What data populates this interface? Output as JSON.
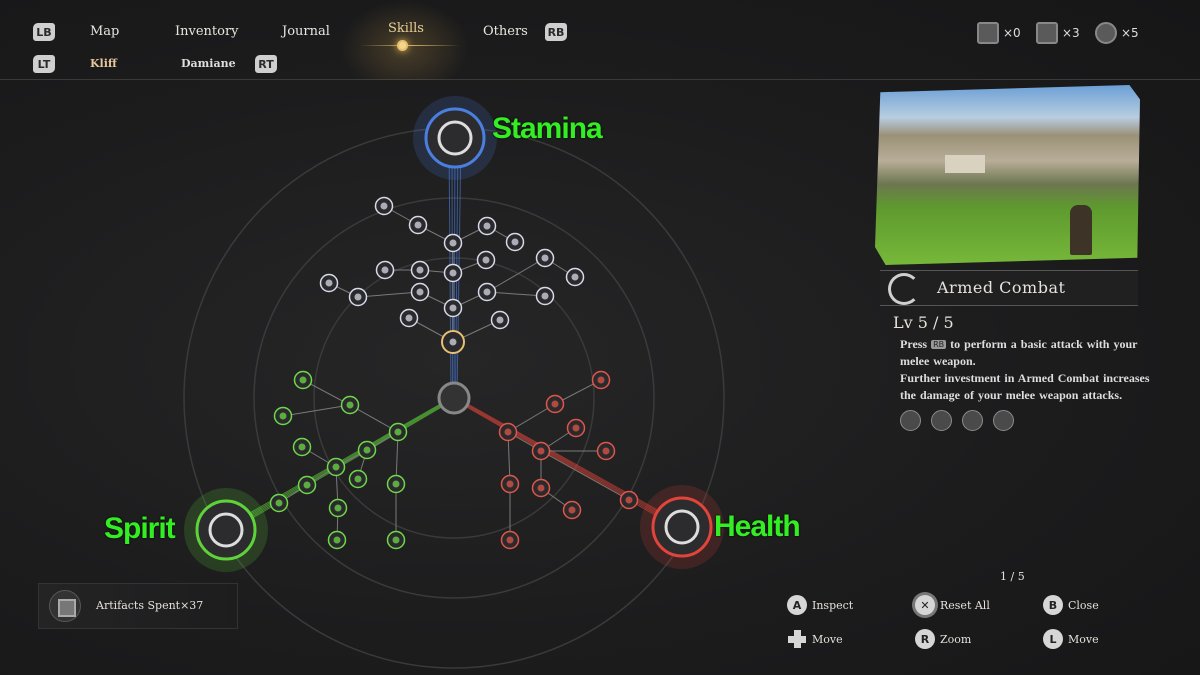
{
  "nav": {
    "left_bumper": "LB",
    "right_bumper": "RB",
    "tabs": [
      {
        "label": "Map",
        "active": false
      },
      {
        "label": "Inventory",
        "active": false
      },
      {
        "label": "Journal",
        "active": false
      },
      {
        "label": "Skills",
        "active": true
      },
      {
        "label": "Others",
        "active": false
      }
    ],
    "left_trigger": "LT",
    "right_trigger": "RT",
    "characters": [
      {
        "label": "Kliff",
        "active": true
      },
      {
        "label": "Damiane",
        "active": false
      }
    ]
  },
  "resources": [
    {
      "icon": "artifact-cube-icon",
      "count": "×0"
    },
    {
      "icon": "dark-cube-icon",
      "count": "×3"
    },
    {
      "icon": "emblem-icon",
      "count": "×5"
    }
  ],
  "tree": {
    "branches": [
      {
        "name": "Stamina",
        "color": "#4a7fe0",
        "icon": "wolf-icon"
      },
      {
        "name": "Spirit",
        "color": "#5fd13a",
        "icon": "tree-icon"
      },
      {
        "name": "Health",
        "color": "#e0443a",
        "icon": "rune-icon"
      }
    ],
    "label_color": "#33ee22"
  },
  "skill_detail": {
    "title": "Armed Combat",
    "level": "Lv 5 / 5",
    "desc_1_pre": "Press",
    "desc_1_key": "RB",
    "desc_1_post": "to perform a basic attack with your melee weapon.",
    "desc_2": "Further investment in Armed Combat increases the damage of your melee weapon attacks.",
    "effects": [
      "claw-effect-icon",
      "beast-effect-icon",
      "spiral-effect-icon",
      "slash-effect-icon"
    ],
    "page": "1 / 5"
  },
  "artifacts_spent": "Artifacts Spent×37",
  "hints": [
    {
      "button": "A",
      "label": "Inspect"
    },
    {
      "button": "X",
      "label": "Reset  All"
    },
    {
      "button": "B",
      "label": "Close"
    },
    {
      "button": "dpad",
      "label": "Move"
    },
    {
      "button": "R",
      "label": "Zoom"
    },
    {
      "button": "L",
      "label": "Move"
    }
  ]
}
